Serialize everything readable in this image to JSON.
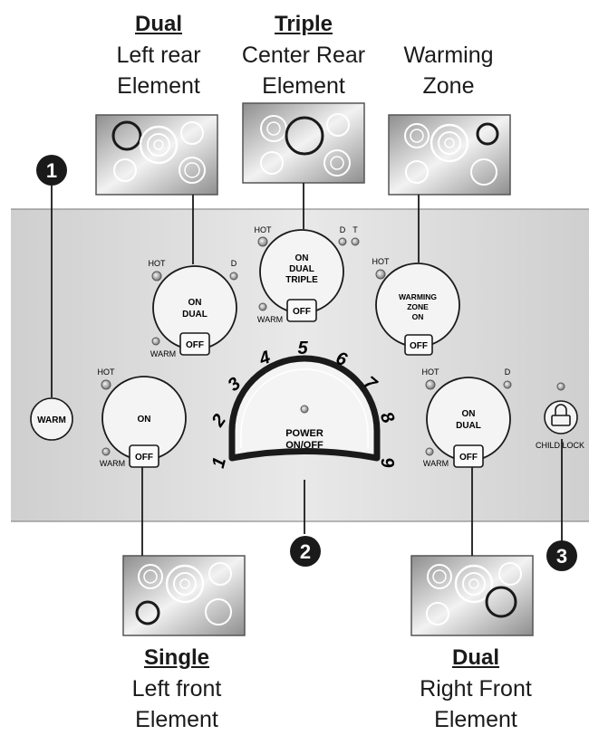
{
  "burners": {
    "left_rear": {
      "type": "Dual",
      "line1": "Left rear",
      "line2": "Element"
    },
    "center_rear": {
      "type": "Triple",
      "line1": "Center Rear",
      "line2": "Element"
    },
    "warming": {
      "type": "",
      "line1": "Warming",
      "line2": "Zone"
    },
    "left_front": {
      "type": "Single",
      "line1": "Left front",
      "line2": "Element"
    },
    "right_front": {
      "type": "Dual",
      "line1": "Right Front",
      "line2": "Element"
    }
  },
  "callouts": [
    "1",
    "2",
    "3"
  ],
  "controls": {
    "hot": "HOT",
    "warm": "WARM",
    "off": "OFF",
    "d": "D",
    "t": "T",
    "on": "ON",
    "dual": "DUAL",
    "triple": "TRIPLE",
    "warming_zone_line1": "WARMING",
    "warming_zone_line2": "ZONE",
    "warming_zone_line3": "ON",
    "warm_button": "WARM",
    "power_line1": "POWER",
    "power_line2": "ON/OFF",
    "child_lock": "CHILD LOCK",
    "levels": [
      "1",
      "2",
      "3",
      "4",
      "5",
      "6",
      "7",
      "8",
      "9"
    ]
  },
  "colors": {
    "panel": "#d6d6d6",
    "glass": "#bdbdbd",
    "ink": "#1a1a1a"
  }
}
